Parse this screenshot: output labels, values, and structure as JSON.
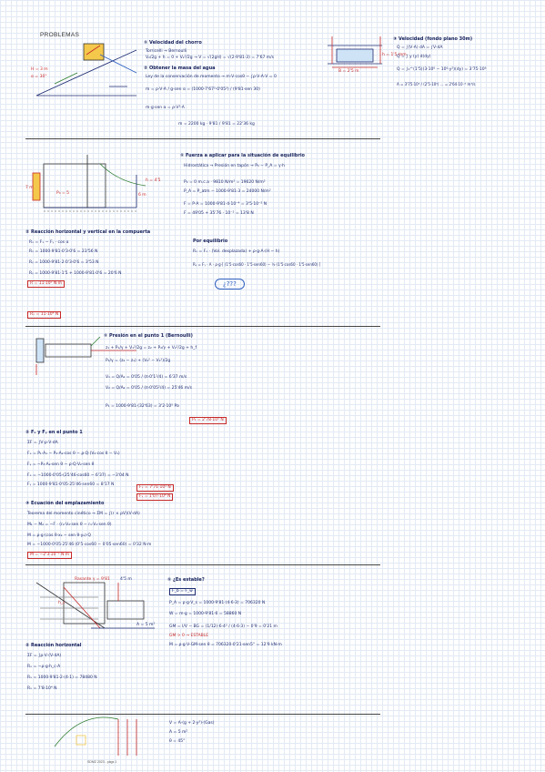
{
  "header": {
    "title": "PROBLEMAS"
  },
  "sections": {
    "s1": {
      "q1": "① Velocidad del chorro",
      "q1_lines": [
        "Torricelli → Bernoulli",
        "V₂/2g + h = 0 + V₂²/2g  →  V = √(2gH) = √(2·9'81·3) = 7'67 m/s"
      ],
      "q2": "② Obtener la masa del agua",
      "q2_lines": [
        "Ley de la conservación de momento → m·V·cosθ − ∫ρ·V·A·V = 0",
        "m = ρ·V·A / g·sen α = (1000·7'67²·0'05²) / (9'81·sen 30)",
        "m·g·sen α = ρ·V²·A",
        "m = 2200 kg · 9'81 / 9'81 = 22'36 kg"
      ],
      "q3": "③ Velocidad (fondo plano 30m)",
      "q3_lines": [
        "Q = ∫(V·A) dA = ∫V·dA",
        "Q = ∫ y (y) d(dy)",
        "Q = ∫₀^(1'5)(3·10⁶ − 10⁶·y²)(dy) = 3'75·10⁶",
        "A = 3'75·10⁶ / (2'5·10⁶) ... = 2'64·10⁻⁶ m³/s"
      ],
      "labels": [
        "H = 3 m",
        "α = 30°",
        "B = 2'5 m",
        "h = 1'5 mm"
      ]
    },
    "s2": {
      "q1": "① Fuerza a aplicar para la situación de equilibrio",
      "q1_lines": [
        "Hidrostática → Presión en tapón → P₀ − P_A = γ·h",
        "P₀ = 0 m.c.a · 9810 N/m² = 19620 N/m²",
        "P_A = P_atm − 1000·9'81·3 = 24000 N/m²",
        "F = P·A = 1000·9'81·4·10⁻⁴ = 3'5·10⁻² N",
        "F = 49'05 + 35'76 · 10⁻² = 13'8 N"
      ],
      "q2": "② Reacción horizontal y vertical en la compuerta",
      "q2_lines": [
        "Rₓ = Fₓ − Fᵧ · cos α",
        "Rₓ = 1000·9'81·0'3·0'6 = 23'56 N",
        "Rᵧ = 1000·9'81·2·0'3·0'6 = 3'53 N",
        "Rᵧ = 1000·9'81·1'5 + 1000·9'81·0'6 = 20'6 N",
        "R = 11·10⁵ N·m"
      ],
      "side_title": "Por equilibrio",
      "side_lines": [
        "Rₓ = Fₓ · (Vol. desplazada) + ρ·g·A·(H − h)",
        "Rᵧ = Fᵧ · A · ρ·g·[ (1'5·cos60 · 1'5·sen60) − ½·(1'5·cos60 · 1'5·sen60) ]"
      ],
      "question": "¿???",
      "labels": [
        "P₀ = 5",
        "6 m",
        "7 m",
        "h = 4'5",
        "Rₓ = 11·10⁴ N"
      ]
    },
    "s3": {
      "q1": "① Presión en el punto 1 (Bernoulli)",
      "q1_lines": [
        "z₁ + P₁/γ + V₁²/2g = z₂ + P₂/γ + V₂²/2g + h_f",
        "P₁/γ = (z₂ − z₁) + (V₂² − V₁²)/2g",
        "V₁ = Q/A₁ = 0'05 / (π·0'1²/4) = 6'37 m/s",
        "V₂ = Q/A₂ = 0'05 / (π·0'05²/4) = 25'46 m/s",
        "P₁ = 1000·9'81·(32'63) = 3'2·10⁵ Pa",
        "P₁ = 2'78·10⁵ N"
      ],
      "q2": "② Fₓ y Fᵧ en el punto 1",
      "q2_lines": [
        "ΣF = ∫V·ρ·V·dA",
        "Fₓ = P₁·A₁ − P₂·A₂·cos θ − ρ·Q·(V₂·cos θ − V₁)",
        "Fᵧ = −P₂·A₂·sen θ − ρ·Q·V₂·sen θ",
        "Fₓ = −1000·0'05·(25'46·cos60 − 6'37) = −3'04 N",
        "Fᵧ = 1000·9'81·0'05·25'46·sen60 = 8'17 N"
      ],
      "q3": "③ Ecuación del emplazamiento",
      "q3_lines": [
        "Teorema del momento cinético → ΣM = ∫(r × ρV)(V·dA)",
        "M₁ − M₂ = −F · (r₂·V₂·sen θ − r₁·V₁·sen θ)",
        "M = ρ·g·(cos θ·x₂ − sen θ·y₂)·Q",
        "M = −1000·0'05·25'46·(0'5·cos60 − 0'05·sen60) = 0'32 N·m"
      ],
      "boxed": [
        "Fₓ = 7'71·10⁵ N",
        "Fᵧ = 1'07·10⁴ N",
        "M = −2'3·10⁻² N·m"
      ]
    },
    "s4": {
      "q1": "① ¿Es estable?",
      "q1_lines": [
        "F_b = F_w",
        "P_A = ρ·g·V_s = 1000·9'81·(4·6·3) = 706320 N",
        "W = m·g = 1000·9'81·6 = 58860 N",
        "GM = I/V − BG = (1/12)·6·4³ / (4·6·3) − 0'9 = 0'21 m",
        "GM > 0 → ESTABLE",
        "M = ρ·g·V·GM·sen θ = 706320·0'21·sen5° = 12'9 kN·m"
      ],
      "q2": "② Reacción horizontal",
      "q2_lines": [
        "ΣF = ∫ρ·V·(V·dA)",
        "Rₓ = −ρ·g·h_c·A",
        "Rₓ = 1000·9'81·2·(4·1) = 78480 N",
        "Rₓ = 7'8·10⁴ N"
      ],
      "labels": [
        "Rasante γ = 9'81",
        "4'5 m",
        "h_c",
        "A = 5 m²"
      ]
    },
    "s5": {
      "lines": [
        "V = A·(g + 2·y²)·(Gas)",
        "A = 5 m²",
        "θ = 45°"
      ]
    }
  },
  "footer": "SDMZ 2023 - págs 1"
}
